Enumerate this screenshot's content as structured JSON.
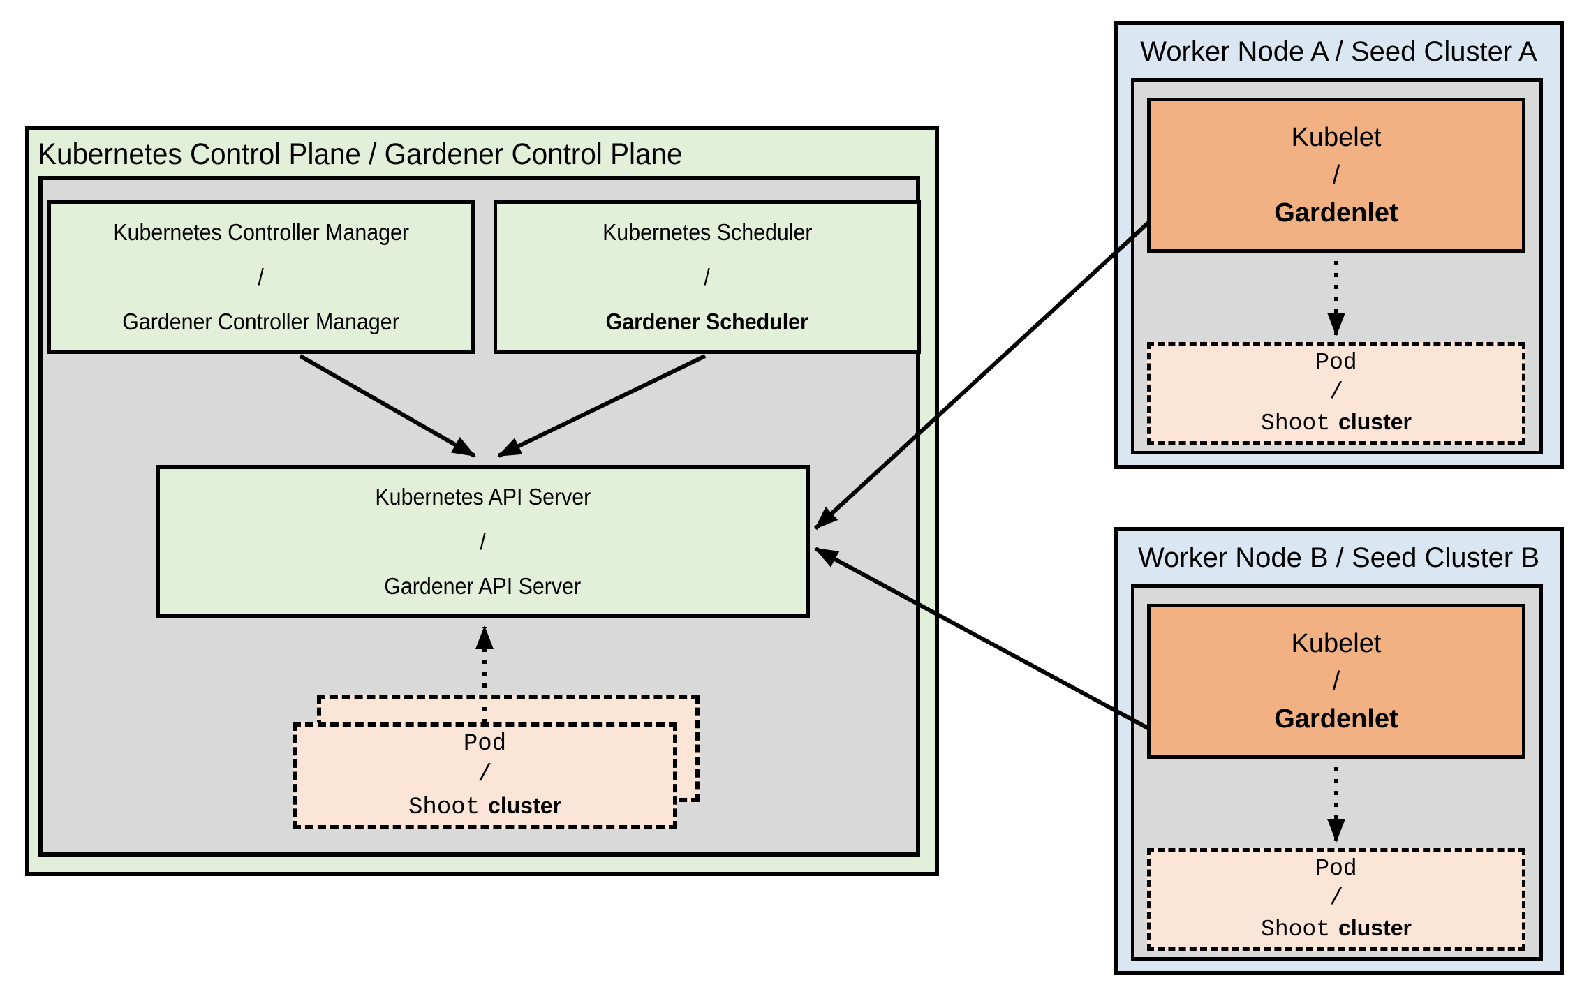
{
  "colors": {
    "green_fill": "#E2EFD9",
    "gray_fill": "#D9D9D9",
    "blue_fill": "#DAE7F3",
    "orange_fill": "#F2B183",
    "peach_fill": "#FBE5D6",
    "line_color": "#000000"
  },
  "control_plane": {
    "title": "Kubernetes Control Plane / Gardener Control Plane",
    "controller_manager": {
      "line1": "Kubernetes Controller Manager",
      "sep": "/",
      "line2": "Gardener Controller Manager"
    },
    "scheduler": {
      "line1": "Kubernetes Scheduler",
      "sep": "/",
      "line2": "Gardener Scheduler"
    },
    "api_server": {
      "line1": "Kubernetes API Server",
      "sep": "/",
      "line2": "Gardener API Server"
    },
    "pod_stack": {
      "line1": "Pod",
      "sep": "/",
      "line2_mono": "Shoot",
      "line2_rest": "cluster"
    }
  },
  "worker_node_a": {
    "title": "Worker Node A / Seed Cluster A",
    "kubelet": {
      "line1": "Kubelet",
      "sep": "/",
      "line2": "Gardenlet"
    },
    "pod": {
      "line1": "Pod",
      "sep": "/",
      "line2_mono": "Shoot",
      "line2_rest": "cluster"
    }
  },
  "worker_node_b": {
    "title": "Worker Node B / Seed Cluster B",
    "kubelet": {
      "line1": "Kubelet",
      "sep": "/",
      "line2": "Gardenlet"
    },
    "pod": {
      "line1": "Pod",
      "sep": "/",
      "line2_mono": "Shoot",
      "line2_rest": "cluster"
    }
  }
}
